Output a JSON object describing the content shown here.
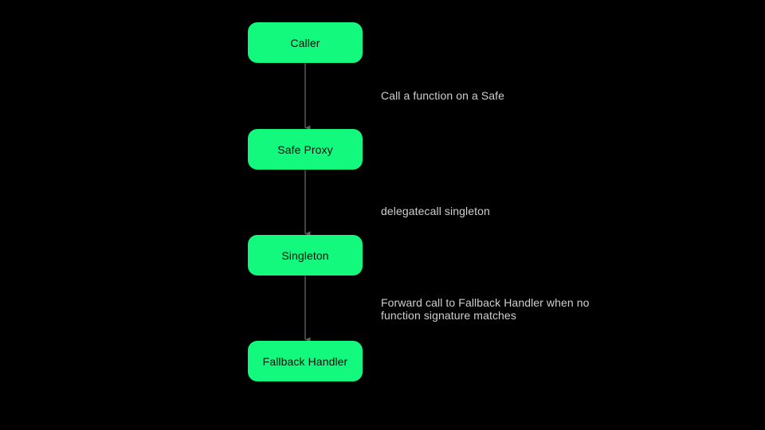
{
  "colors": {
    "bg": "#000000",
    "node_fill": "#12f97e",
    "node_text": "#0d0f0e",
    "edge_line": "#828282",
    "edge_head": "#5f5f5f",
    "label_text": "#cfcfcf"
  },
  "diagram": {
    "type": "flowchart",
    "direction": "top-down",
    "nodes": [
      {
        "id": "caller",
        "label": "Caller"
      },
      {
        "id": "safe-proxy",
        "label": "Safe Proxy"
      },
      {
        "id": "singleton",
        "label": "Singleton"
      },
      {
        "id": "fallback-handler",
        "label": "Fallback Handler"
      }
    ],
    "edges": [
      {
        "from": "caller",
        "to": "safe-proxy",
        "label": "Call a function on a Safe",
        "lines": [
          "Call a function on a Safe"
        ]
      },
      {
        "from": "safe-proxy",
        "to": "singleton",
        "label": "delegatecall singleton",
        "lines": [
          "delegatecall singleton"
        ]
      },
      {
        "from": "singleton",
        "to": "fallback-handler",
        "label": "Forward call to Fallback Handler when no function signature matches",
        "lines": [
          "Forward call to Fallback Handler when no",
          "function signature matches"
        ]
      }
    ]
  }
}
